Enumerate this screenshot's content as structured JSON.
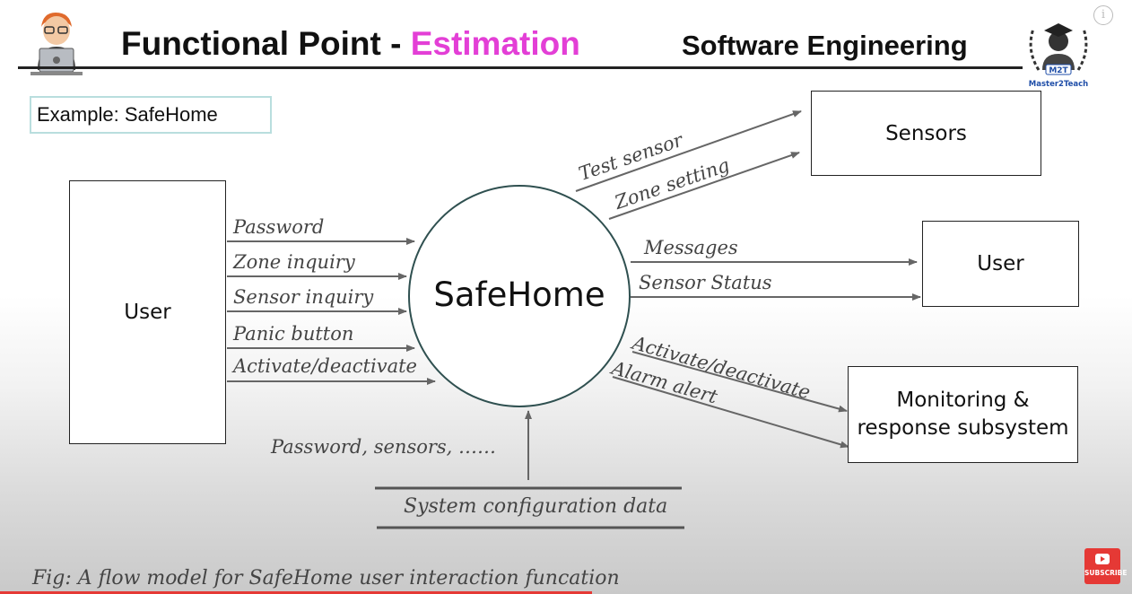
{
  "header": {
    "title_main": "Functional Point - ",
    "title_accent": "Estimation",
    "subject": "Software Engineering",
    "logo_badge": "M2T",
    "logo_text": "Master2Teach"
  },
  "example_label": "Example: SafeHome",
  "diagram": {
    "center": "SafeHome",
    "entities": {
      "user_left": "User",
      "sensors": "Sensors",
      "user_right": "User",
      "monitoring_line1": "Monitoring &",
      "monitoring_line2": "response subsystem"
    },
    "inputs": [
      "Password",
      "Zone inquiry",
      "Sensor inquiry",
      "Panic button",
      "Activate/deactivate"
    ],
    "to_sensors": [
      "Test sensor",
      "Zone setting"
    ],
    "to_user": [
      "Messages",
      "Sensor Status"
    ],
    "to_monitoring": [
      "Activate/deactivate",
      "Alarm alert"
    ],
    "config_note": "Password, sensors, ……",
    "datastore": "System configuration data"
  },
  "caption": "Fig: A flow model for SafeHome user interaction funcation",
  "subscribe_label": "SUBSCRIBE",
  "info_icon": "i",
  "colors": {
    "accent": "#e33fd6",
    "arrow": "#666666",
    "subscribe": "#e53935"
  }
}
